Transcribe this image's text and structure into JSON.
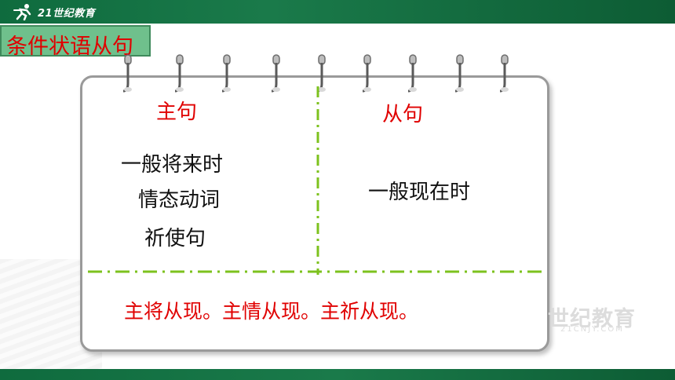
{
  "header": {
    "logo_text": "21世纪教育"
  },
  "title": "条件状语从句",
  "table": {
    "main_heading": "主句",
    "sub_heading": "从句",
    "main_items": [
      "一般将来时",
      "情态动词",
      "祈使句"
    ],
    "sub_items": [
      "一般现在时"
    ]
  },
  "summary": "主将从现。主情从现。主祈从现。",
  "watermark": {
    "text": "世纪教育",
    "sub": "21CNJY.COM"
  },
  "colors": {
    "title_bg": "#6fc08c",
    "accent_red": "#e00000",
    "bar_green": "#0f6b3e",
    "divider": "#7dc21e"
  }
}
